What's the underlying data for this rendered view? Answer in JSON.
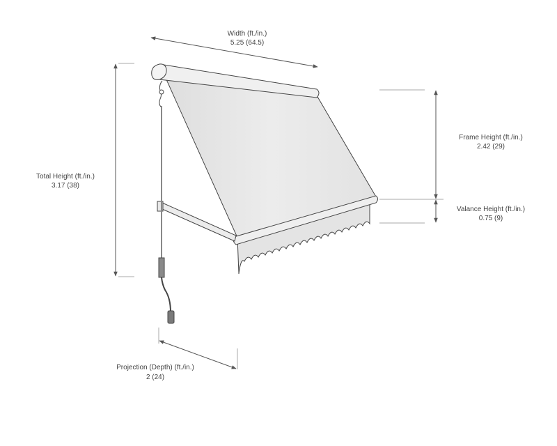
{
  "dimensions": {
    "width": {
      "label": "Width (ft./in.)",
      "value": "5.25 (64.5)"
    },
    "total_height": {
      "label": "Total Height (ft./in.)",
      "value": "3.17 (38)"
    },
    "frame_height": {
      "label": "Frame Height (ft./in.)",
      "value": "2.42 (29)"
    },
    "valance_height": {
      "label": "Valance Height (ft./in.)",
      "value": "0.75 (9)"
    },
    "projection": {
      "label": "Projection (Depth) (ft./in.)",
      "value": "2 (24)"
    }
  },
  "colors": {
    "fabric": "#e6e6e6",
    "fabric_shade": "#d7d7d7",
    "frame": "#eeeeee",
    "outline": "#444444",
    "dimension_line": "#555555"
  }
}
